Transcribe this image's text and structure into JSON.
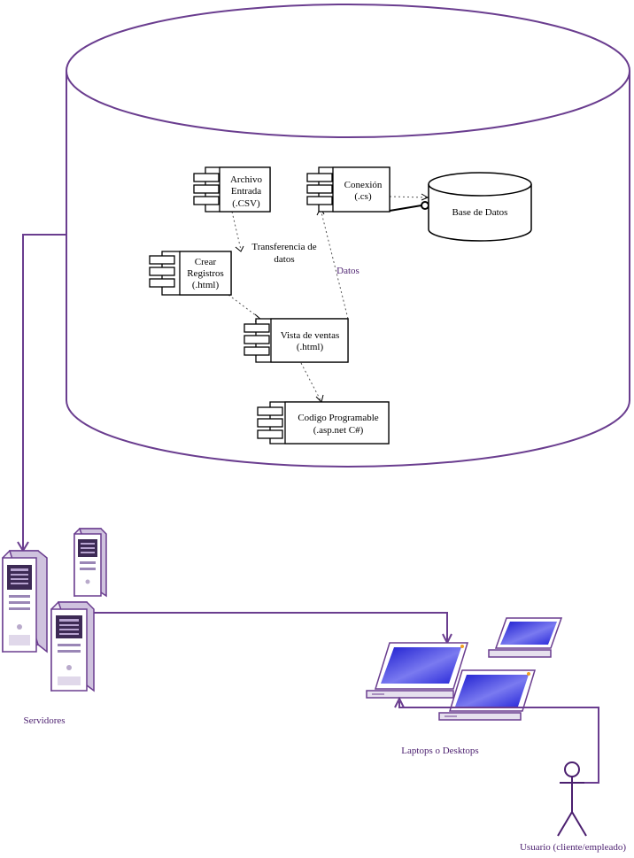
{
  "components": {
    "archivo": {
      "line1": "Archivo",
      "line2": "Entrada",
      "line3": "(.CSV)"
    },
    "conexion": {
      "line1": "Conexión",
      "line2": "(.cs)"
    },
    "crear": {
      "line1": "Crear",
      "line2": "Registros",
      "line3": "(.html)"
    },
    "vista": {
      "line1": "Vista de ventas",
      "line2": "(.html)"
    },
    "codigo": {
      "line1": "Codigo Programable",
      "line2": "(.asp.net C#)"
    }
  },
  "database": {
    "label": "Base de Datos"
  },
  "edges": {
    "transferencia_line1": "Transferencia de",
    "transferencia_line2": "datos",
    "datos": "Datos"
  },
  "nodes": {
    "servidores": "Servidores",
    "laptops": "Laptops o Desktops",
    "usuario": "Usuario (cliente/empleado)"
  },
  "colors": {
    "accent": "#6a3d8f",
    "screen": "#2b2bd6",
    "line": "#000000"
  }
}
